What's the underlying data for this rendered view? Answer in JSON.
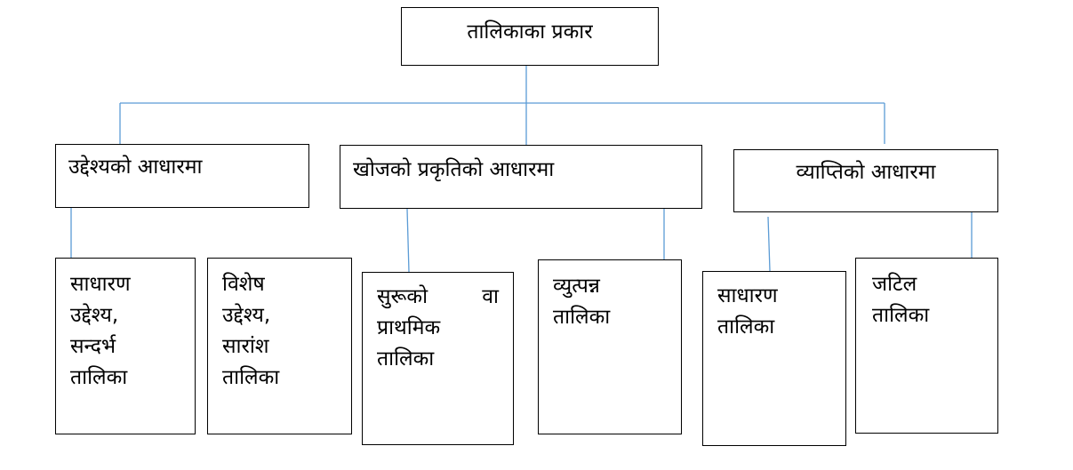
{
  "colors": {
    "connector": "#5b9bd5",
    "box_border": "#000000",
    "text": "#000000"
  },
  "diagram": {
    "root": "तालिकाका प्रकार",
    "categories": {
      "purpose": "उद्देश्यको आधारमा",
      "nature": "खोजको प्रकृतिको आधारमा",
      "scope": "व्याप्तिको आधारमा"
    },
    "leaves": {
      "general_purpose": {
        "line1": "साधारण",
        "line2": "उद्देश्य,",
        "line3": "सन्दर्भ",
        "line4": "तालिका"
      },
      "special_purpose": {
        "line1": "विशेष",
        "line2": "उद्देश्य,",
        "line3": "सारांश",
        "line4": "तालिका"
      },
      "primary": {
        "word1": "सुरूको",
        "word2": "वा",
        "line2": "प्राथमिक",
        "line3": "तालिका"
      },
      "derived": {
        "line1": "व्युत्पन्न",
        "line2": "तालिका"
      },
      "simple": {
        "line1": "साधारण",
        "line2": "तालिका"
      },
      "complex": {
        "line1": "जटिल",
        "line2": "तालिका"
      }
    }
  }
}
